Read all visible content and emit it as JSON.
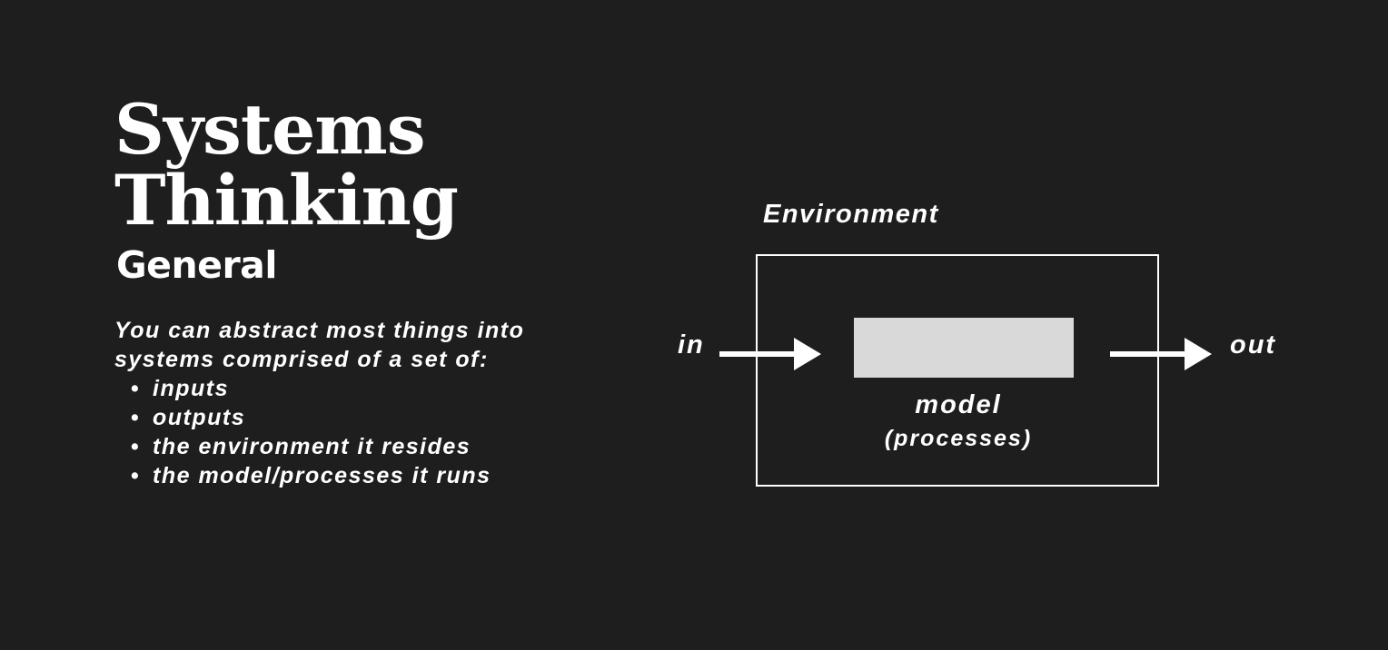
{
  "title": {
    "line1": "Systems",
    "line2": "Thinking"
  },
  "subtitle": "General",
  "intro": "You can abstract most things into systems comprised of a set of:",
  "bullets": [
    "inputs",
    "outputs",
    "the environment it resides",
    "the model/processes it runs"
  ],
  "bullet_glyph": "•",
  "diagram": {
    "environment_label": "Environment",
    "input_label": "in",
    "output_label": "out",
    "model_label": "model",
    "model_sublabel": "(processes)"
  },
  "colors": {
    "background": "#1e1e1e",
    "text": "#ffffff",
    "model_block": "#d9d9d9"
  }
}
